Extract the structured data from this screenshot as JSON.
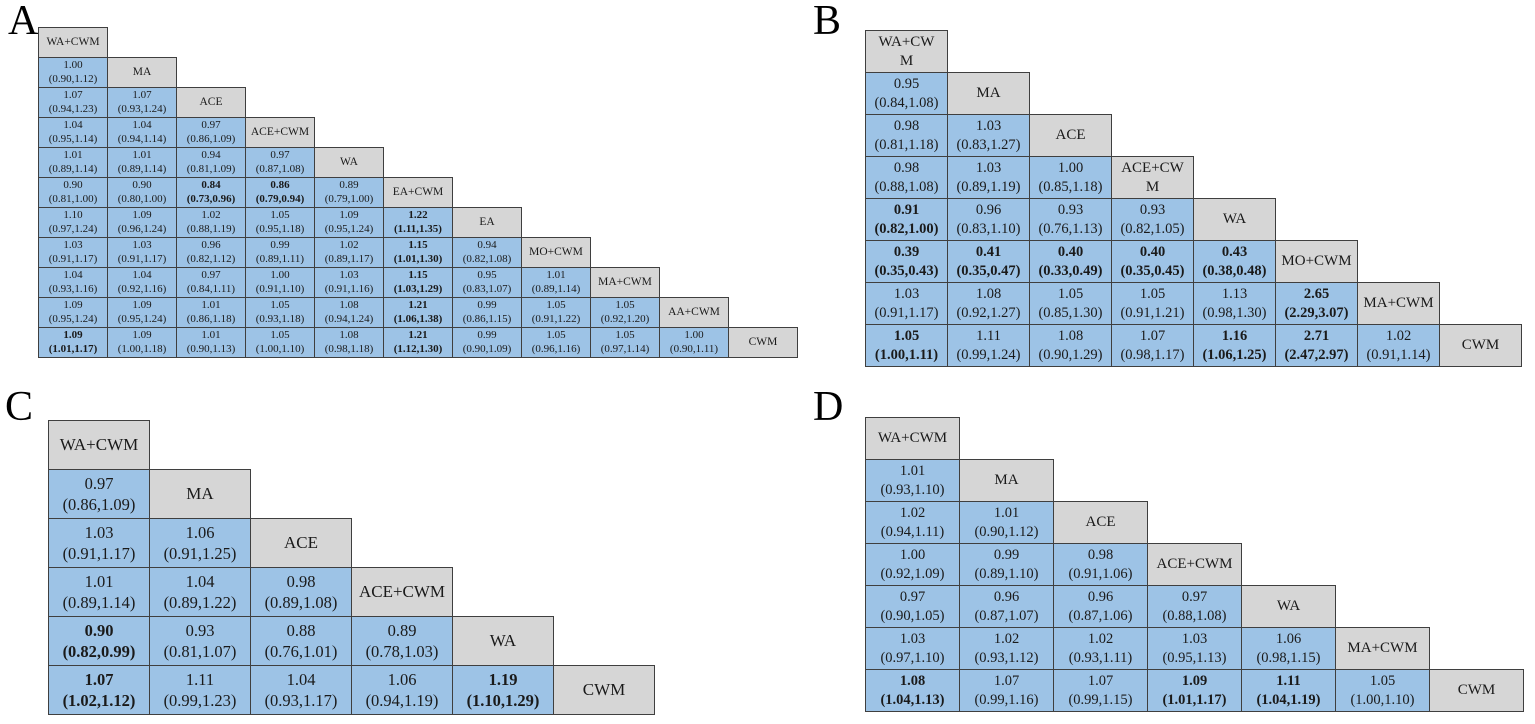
{
  "figure": {
    "type": "network-meta-analysis league tables",
    "colors": {
      "cell_blue": "#9dc3e6",
      "cell_gray": "#d6d6d6",
      "border": "#3f3f3f",
      "text": "#1a1a1a",
      "background": "#ffffff"
    }
  },
  "panels": [
    {
      "label": "A",
      "treatments": [
        "WA+CWM",
        "MA",
        "ACE",
        "ACE+CWM",
        "WA",
        "EA+CWM",
        "EA",
        "MO+CWM",
        "MA+CWM",
        "AA+CWM",
        "CWM"
      ],
      "rows": [
        [],
        [
          {
            "est": "1.00",
            "ci": "(0.90,1.12)",
            "bold": false
          }
        ],
        [
          {
            "est": "1.07",
            "ci": "(0.94,1.23)",
            "bold": false
          },
          {
            "est": "1.07",
            "ci": "(0.93,1.24)",
            "bold": false
          }
        ],
        [
          {
            "est": "1.04",
            "ci": "(0.95,1.14)",
            "bold": false
          },
          {
            "est": "1.04",
            "ci": "(0.94,1.14)",
            "bold": false
          },
          {
            "est": "0.97",
            "ci": "(0.86,1.09)",
            "bold": false
          }
        ],
        [
          {
            "est": "1.01",
            "ci": "(0.89,1.14)",
            "bold": false
          },
          {
            "est": "1.01",
            "ci": "(0.89,1.14)",
            "bold": false
          },
          {
            "est": "0.94",
            "ci": "(0.81,1.09)",
            "bold": false
          },
          {
            "est": "0.97",
            "ci": "(0.87,1.08)",
            "bold": false
          }
        ],
        [
          {
            "est": "0.90",
            "ci": "(0.81,1.00)",
            "bold": false
          },
          {
            "est": "0.90",
            "ci": "(0.80,1.00)",
            "bold": false
          },
          {
            "est": "0.84",
            "ci": "(0.73,0.96)",
            "bold": true
          },
          {
            "est": "0.86",
            "ci": "(0.79,0.94)",
            "bold": true
          },
          {
            "est": "0.89",
            "ci": "(0.79,1.00)",
            "bold": false
          }
        ],
        [
          {
            "est": "1.10",
            "ci": "(0.97,1.24)",
            "bold": false
          },
          {
            "est": "1.09",
            "ci": "(0.96,1.24)",
            "bold": false
          },
          {
            "est": "1.02",
            "ci": "(0.88,1.19)",
            "bold": false
          },
          {
            "est": "1.05",
            "ci": "(0.95,1.18)",
            "bold": false
          },
          {
            "est": "1.09",
            "ci": "(0.95,1.24)",
            "bold": false
          },
          {
            "est": "1.22",
            "ci": "(1.11,1.35)",
            "bold": true
          }
        ],
        [
          {
            "est": "1.03",
            "ci": "(0.91,1.17)",
            "bold": false
          },
          {
            "est": "1.03",
            "ci": "(0.91,1.17)",
            "bold": false
          },
          {
            "est": "0.96",
            "ci": "(0.82,1.12)",
            "bold": false
          },
          {
            "est": "0.99",
            "ci": "(0.89,1.11)",
            "bold": false
          },
          {
            "est": "1.02",
            "ci": "(0.89,1.17)",
            "bold": false
          },
          {
            "est": "1.15",
            "ci": "(1.01,1.30)",
            "bold": true
          },
          {
            "est": "0.94",
            "ci": "(0.82,1.08)",
            "bold": false
          }
        ],
        [
          {
            "est": "1.04",
            "ci": "(0.93,1.16)",
            "bold": false
          },
          {
            "est": "1.04",
            "ci": "(0.92,1.16)",
            "bold": false
          },
          {
            "est": "0.97",
            "ci": "(0.84,1.11)",
            "bold": false
          },
          {
            "est": "1.00",
            "ci": "(0.91,1.10)",
            "bold": false
          },
          {
            "est": "1.03",
            "ci": "(0.91,1.16)",
            "bold": false
          },
          {
            "est": "1.15",
            "ci": "(1.03,1.29)",
            "bold": true
          },
          {
            "est": "0.95",
            "ci": "(0.83,1.07)",
            "bold": false
          },
          {
            "est": "1.01",
            "ci": "(0.89,1.14)",
            "bold": false
          }
        ],
        [
          {
            "est": "1.09",
            "ci": "(0.95,1.24)",
            "bold": false
          },
          {
            "est": "1.09",
            "ci": "(0.95,1.24)",
            "bold": false
          },
          {
            "est": "1.01",
            "ci": "(0.86,1.18)",
            "bold": false
          },
          {
            "est": "1.05",
            "ci": "(0.93,1.18)",
            "bold": false
          },
          {
            "est": "1.08",
            "ci": "(0.94,1.24)",
            "bold": false
          },
          {
            "est": "1.21",
            "ci": "(1.06,1.38)",
            "bold": true
          },
          {
            "est": "0.99",
            "ci": "(0.86,1.15)",
            "bold": false
          },
          {
            "est": "1.05",
            "ci": "(0.91,1.22)",
            "bold": false
          },
          {
            "est": "1.05",
            "ci": "(0.92,1.20)",
            "bold": false
          }
        ],
        [
          {
            "est": "1.09",
            "ci": "(1.01,1.17)",
            "bold": true
          },
          {
            "est": "1.09",
            "ci": "(1.00,1.18)",
            "bold": false
          },
          {
            "est": "1.01",
            "ci": "(0.90,1.13)",
            "bold": false
          },
          {
            "est": "1.05",
            "ci": "(1.00,1.10)",
            "bold": false
          },
          {
            "est": "1.08",
            "ci": "(0.98,1.18)",
            "bold": false
          },
          {
            "est": "1.21",
            "ci": "(1.12,1.30)",
            "bold": true
          },
          {
            "est": "0.99",
            "ci": "(0.90,1.09)",
            "bold": false
          },
          {
            "est": "1.05",
            "ci": "(0.96,1.16)",
            "bold": false
          },
          {
            "est": "1.05",
            "ci": "(0.97,1.14)",
            "bold": false
          },
          {
            "est": "1.00",
            "ci": "(0.90,1.11)",
            "bold": false
          }
        ]
      ]
    },
    {
      "label": "B",
      "treatments": [
        "WA+CW\nM",
        "MA",
        "ACE",
        "ACE+CW\nM",
        "WA",
        "MO+CWM",
        "MA+CWM",
        "CWM"
      ],
      "rows": [
        [],
        [
          {
            "est": "0.95",
            "ci": "(0.84,1.08)",
            "bold": false
          }
        ],
        [
          {
            "est": "0.98",
            "ci": "(0.81,1.18)",
            "bold": false
          },
          {
            "est": "1.03",
            "ci": "(0.83,1.27)",
            "bold": false
          }
        ],
        [
          {
            "est": "0.98",
            "ci": "(0.88,1.08)",
            "bold": false
          },
          {
            "est": "1.03",
            "ci": "(0.89,1.19)",
            "bold": false
          },
          {
            "est": "1.00",
            "ci": "(0.85,1.18)",
            "bold": false
          }
        ],
        [
          {
            "est": "0.91",
            "ci": "(0.82,1.00)",
            "bold": true
          },
          {
            "est": "0.96",
            "ci": "(0.83,1.10)",
            "bold": false
          },
          {
            "est": "0.93",
            "ci": "(0.76,1.13)",
            "bold": false
          },
          {
            "est": "0.93",
            "ci": "(0.82,1.05)",
            "bold": false
          }
        ],
        [
          {
            "est": "0.39",
            "ci": "(0.35,0.43)",
            "bold": true
          },
          {
            "est": "0.41",
            "ci": "(0.35,0.47)",
            "bold": true
          },
          {
            "est": "0.40",
            "ci": "(0.33,0.49)",
            "bold": true
          },
          {
            "est": "0.40",
            "ci": "(0.35,0.45)",
            "bold": true
          },
          {
            "est": "0.43",
            "ci": "(0.38,0.48)",
            "bold": true
          }
        ],
        [
          {
            "est": "1.03",
            "ci": "(0.91,1.17)",
            "bold": false
          },
          {
            "est": "1.08",
            "ci": "(0.92,1.27)",
            "bold": false
          },
          {
            "est": "1.05",
            "ci": "(0.85,1.30)",
            "bold": false
          },
          {
            "est": "1.05",
            "ci": "(0.91,1.21)",
            "bold": false
          },
          {
            "est": "1.13",
            "ci": "(0.98,1.30)",
            "bold": false
          },
          {
            "est": "2.65",
            "ci": "(2.29,3.07)",
            "bold": true
          }
        ],
        [
          {
            "est": "1.05",
            "ci": "(1.00,1.11)",
            "bold": true
          },
          {
            "est": "1.11",
            "ci": "(0.99,1.24)",
            "bold": false
          },
          {
            "est": "1.08",
            "ci": "(0.90,1.29)",
            "bold": false
          },
          {
            "est": "1.07",
            "ci": "(0.98,1.17)",
            "bold": false
          },
          {
            "est": "1.16",
            "ci": "(1.06,1.25)",
            "bold": true
          },
          {
            "est": "2.71",
            "ci": "(2.47,2.97)",
            "bold": true
          },
          {
            "est": "1.02",
            "ci": "(0.91,1.14)",
            "bold": false
          }
        ]
      ]
    },
    {
      "label": "C",
      "treatments": [
        "WA+CWM",
        "MA",
        "ACE",
        "ACE+CWM",
        "WA",
        "CWM"
      ],
      "rows": [
        [],
        [
          {
            "est": "0.97",
            "ci": "(0.86,1.09)",
            "bold": false
          }
        ],
        [
          {
            "est": "1.03",
            "ci": "(0.91,1.17)",
            "bold": false
          },
          {
            "est": "1.06",
            "ci": "(0.91,1.25)",
            "bold": false
          }
        ],
        [
          {
            "est": "1.01",
            "ci": "(0.89,1.14)",
            "bold": false
          },
          {
            "est": "1.04",
            "ci": "(0.89,1.22)",
            "bold": false
          },
          {
            "est": "0.98",
            "ci": "(0.89,1.08)",
            "bold": false
          }
        ],
        [
          {
            "est": "0.90",
            "ci": "(0.82,0.99)",
            "bold": true
          },
          {
            "est": "0.93",
            "ci": "(0.81,1.07)",
            "bold": false
          },
          {
            "est": "0.88",
            "ci": "(0.76,1.01)",
            "bold": false
          },
          {
            "est": "0.89",
            "ci": "(0.78,1.03)",
            "bold": false
          }
        ],
        [
          {
            "est": "1.07",
            "ci": "(1.02,1.12)",
            "bold": true
          },
          {
            "est": "1.11",
            "ci": "(0.99,1.23)",
            "bold": false
          },
          {
            "est": "1.04",
            "ci": "(0.93,1.17)",
            "bold": false
          },
          {
            "est": "1.06",
            "ci": "(0.94,1.19)",
            "bold": false
          },
          {
            "est": "1.19",
            "ci": "(1.10,1.29)",
            "bold": true
          }
        ]
      ]
    },
    {
      "label": "D",
      "treatments": [
        "WA+CWM",
        "MA",
        "ACE",
        "ACE+CWM",
        "WA",
        "MA+CWM",
        "CWM"
      ],
      "rows": [
        [],
        [
          {
            "est": "1.01",
            "ci": "(0.93,1.10)",
            "bold": false
          }
        ],
        [
          {
            "est": "1.02",
            "ci": "(0.94,1.11)",
            "bold": false
          },
          {
            "est": "1.01",
            "ci": "(0.90,1.12)",
            "bold": false
          }
        ],
        [
          {
            "est": "1.00",
            "ci": "(0.92,1.09)",
            "bold": false
          },
          {
            "est": "0.99",
            "ci": "(0.89,1.10)",
            "bold": false
          },
          {
            "est": "0.98",
            "ci": "(0.91,1.06)",
            "bold": false
          }
        ],
        [
          {
            "est": "0.97",
            "ci": "(0.90,1.05)",
            "bold": false
          },
          {
            "est": "0.96",
            "ci": "(0.87,1.07)",
            "bold": false
          },
          {
            "est": "0.96",
            "ci": "(0.87,1.06)",
            "bold": false
          },
          {
            "est": "0.97",
            "ci": "(0.88,1.08)",
            "bold": false
          }
        ],
        [
          {
            "est": "1.03",
            "ci": "(0.97,1.10)",
            "bold": false
          },
          {
            "est": "1.02",
            "ci": "(0.93,1.12)",
            "bold": false
          },
          {
            "est": "1.02",
            "ci": "(0.93,1.11)",
            "bold": false
          },
          {
            "est": "1.03",
            "ci": "(0.95,1.13)",
            "bold": false
          },
          {
            "est": "1.06",
            "ci": "(0.98,1.15)",
            "bold": false
          }
        ],
        [
          {
            "est": "1.08",
            "ci": "(1.04,1.13)",
            "bold": true
          },
          {
            "est": "1.07",
            "ci": "(0.99,1.16)",
            "bold": false
          },
          {
            "est": "1.07",
            "ci": "(0.99,1.15)",
            "bold": false
          },
          {
            "est": "1.09",
            "ci": "(1.01,1.17)",
            "bold": true
          },
          {
            "est": "1.11",
            "ci": "(1.04,1.19)",
            "bold": true
          },
          {
            "est": "1.05",
            "ci": "(1.00,1.10)",
            "bold": false
          }
        ]
      ]
    }
  ]
}
